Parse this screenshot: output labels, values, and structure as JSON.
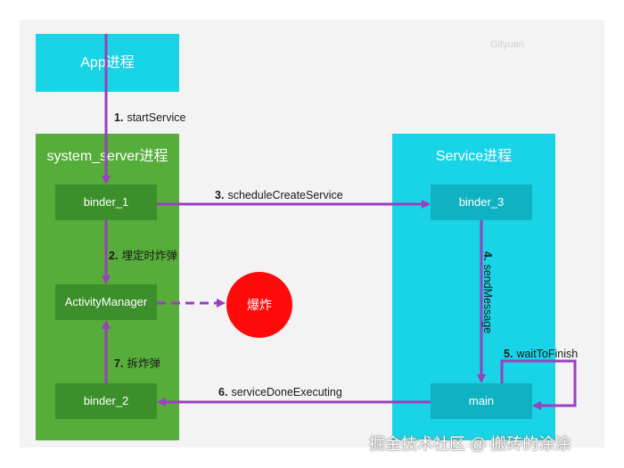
{
  "nodes": {
    "app": "App进程",
    "system_server": "system_server进程",
    "service": "Service进程",
    "binder_1": "binder_1",
    "activity_manager": "ActivityManager",
    "binder_2": "binder_2",
    "binder_3": "binder_3",
    "main": "main",
    "explode": "爆炸"
  },
  "steps": [
    {
      "num": "1.",
      "text": "startService"
    },
    {
      "num": "2.",
      "text": "埋定时炸弹"
    },
    {
      "num": "3.",
      "text": "scheduleCreateService"
    },
    {
      "num": "4.",
      "text": "sendMessage"
    },
    {
      "num": "5.",
      "text": "waitToFinish"
    },
    {
      "num": "6.",
      "text": "serviceDoneExecuting"
    },
    {
      "num": "7.",
      "text": "拆炸弹"
    }
  ],
  "watermarks": {
    "small": "Gityuan",
    "large": "掘金技术社区 @ 搬砖的涂涂"
  },
  "colors": {
    "arrow": "#9b3fbf",
    "app_box": "#19d3e6",
    "system_group": "#56ad3a",
    "service_group": "#19d3e6",
    "explode": "#ff0a0a"
  }
}
